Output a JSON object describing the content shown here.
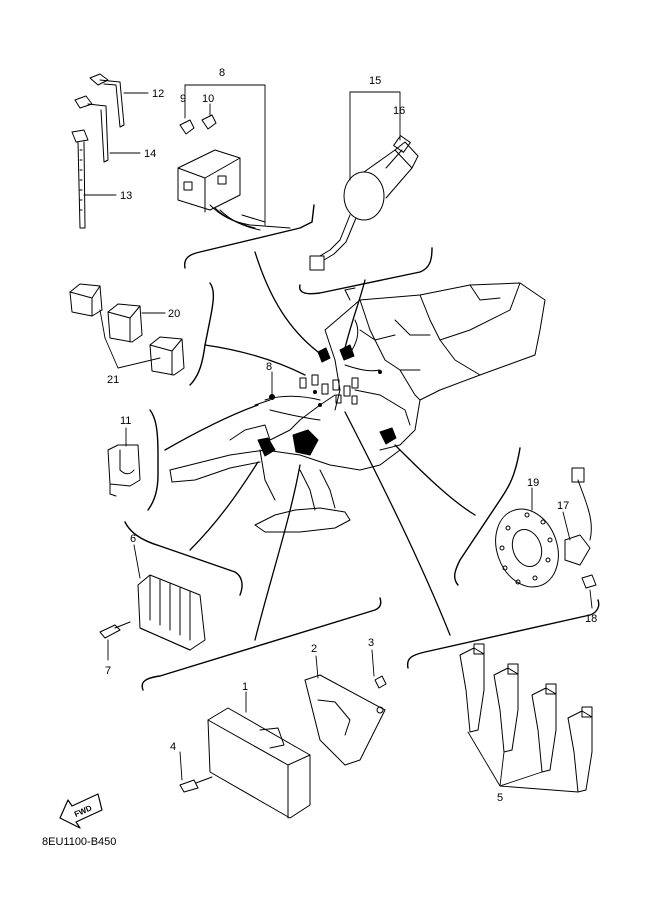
{
  "diagram": {
    "callouts": [
      {
        "id": "c1",
        "text": "1"
      },
      {
        "id": "c2",
        "text": "2"
      },
      {
        "id": "c3",
        "text": "3"
      },
      {
        "id": "c4",
        "text": "4"
      },
      {
        "id": "c5",
        "text": "5"
      },
      {
        "id": "c6",
        "text": "6"
      },
      {
        "id": "c7",
        "text": "7"
      },
      {
        "id": "c8a",
        "text": "8"
      },
      {
        "id": "c8b",
        "text": "8"
      },
      {
        "id": "c9",
        "text": "9"
      },
      {
        "id": "c10",
        "text": "10"
      },
      {
        "id": "c11",
        "text": "11"
      },
      {
        "id": "c12",
        "text": "12"
      },
      {
        "id": "c13",
        "text": "13"
      },
      {
        "id": "c14",
        "text": "14"
      },
      {
        "id": "c15",
        "text": "15"
      },
      {
        "id": "c16",
        "text": "16"
      },
      {
        "id": "c17",
        "text": "17"
      },
      {
        "id": "c18",
        "text": "18"
      },
      {
        "id": "c19",
        "text": "19"
      },
      {
        "id": "c20",
        "text": "20"
      },
      {
        "id": "c21",
        "text": "21"
      }
    ],
    "fwd_label": "FWD",
    "drawing_code": "8EU1100-B450"
  }
}
